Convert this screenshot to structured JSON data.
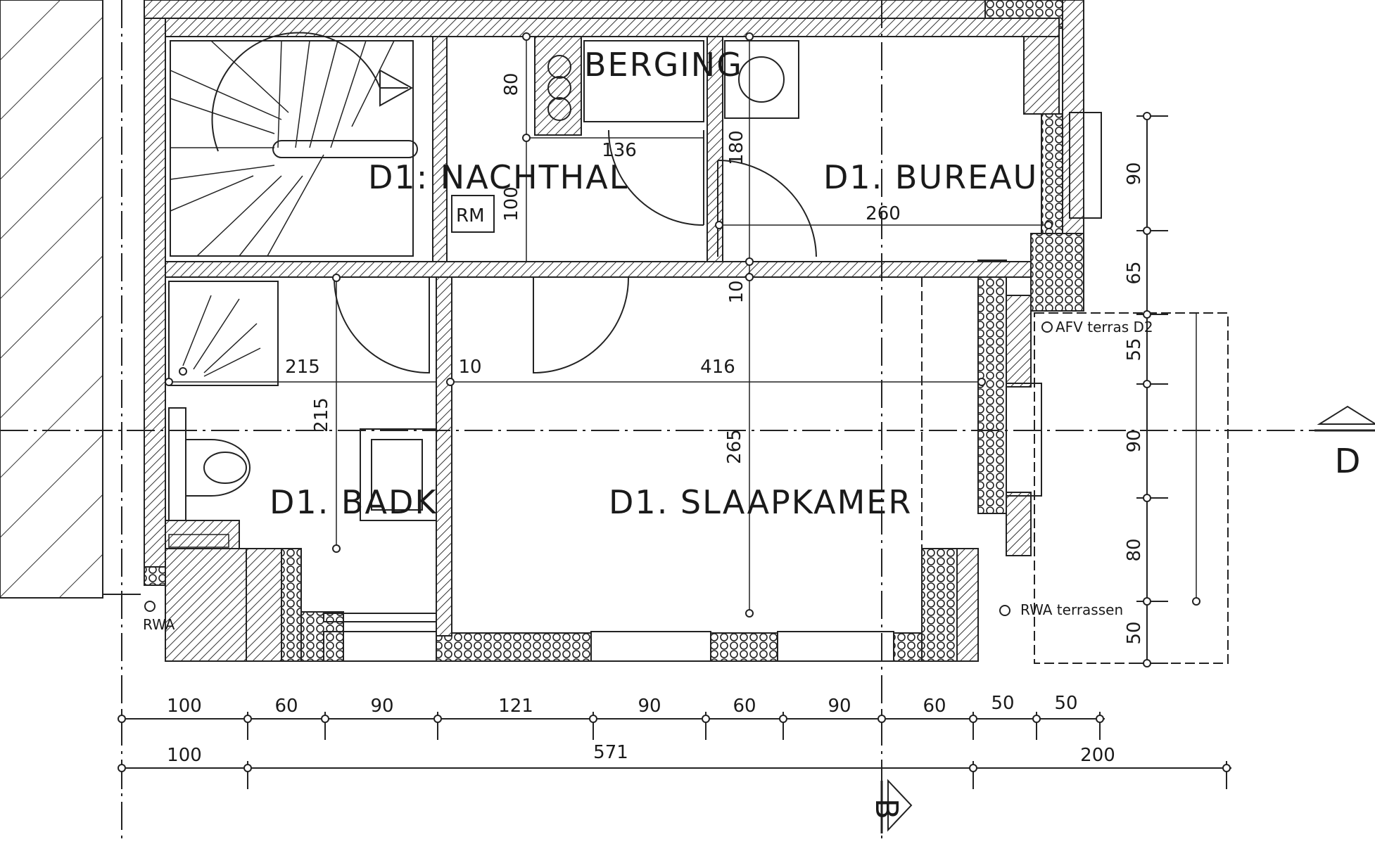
{
  "rooms": {
    "nachthal": "D1:  NACHTHAL",
    "berging": "BERGING",
    "bureau": "D1.  BUREAU",
    "badk": "D1. BADK",
    "slaapkamer": "D1. SLAAPKAMER"
  },
  "symbols": {
    "rm": "RM",
    "section_b": "B",
    "section_d": "D"
  },
  "labels": {
    "rwa": "RWA",
    "afv": "AFV terras D2",
    "rwa_terrassen": "RWA terrassen"
  },
  "inner_dims": {
    "d80": "80",
    "d136": "136",
    "d180": "180",
    "d100": "100",
    "d260": "260",
    "d10a": "10",
    "d215a": "215",
    "d10b": "10",
    "d416": "416",
    "d215b": "215",
    "d265": "265"
  },
  "right_dims": [
    "90",
    "65",
    "55",
    "90",
    "80",
    "50"
  ],
  "bottom_dims_1": [
    "100",
    "60",
    "90",
    "121",
    "90",
    "60",
    "90",
    "60",
    "50",
    "50"
  ],
  "bottom_dims_2": [
    "100",
    "571",
    "200"
  ]
}
